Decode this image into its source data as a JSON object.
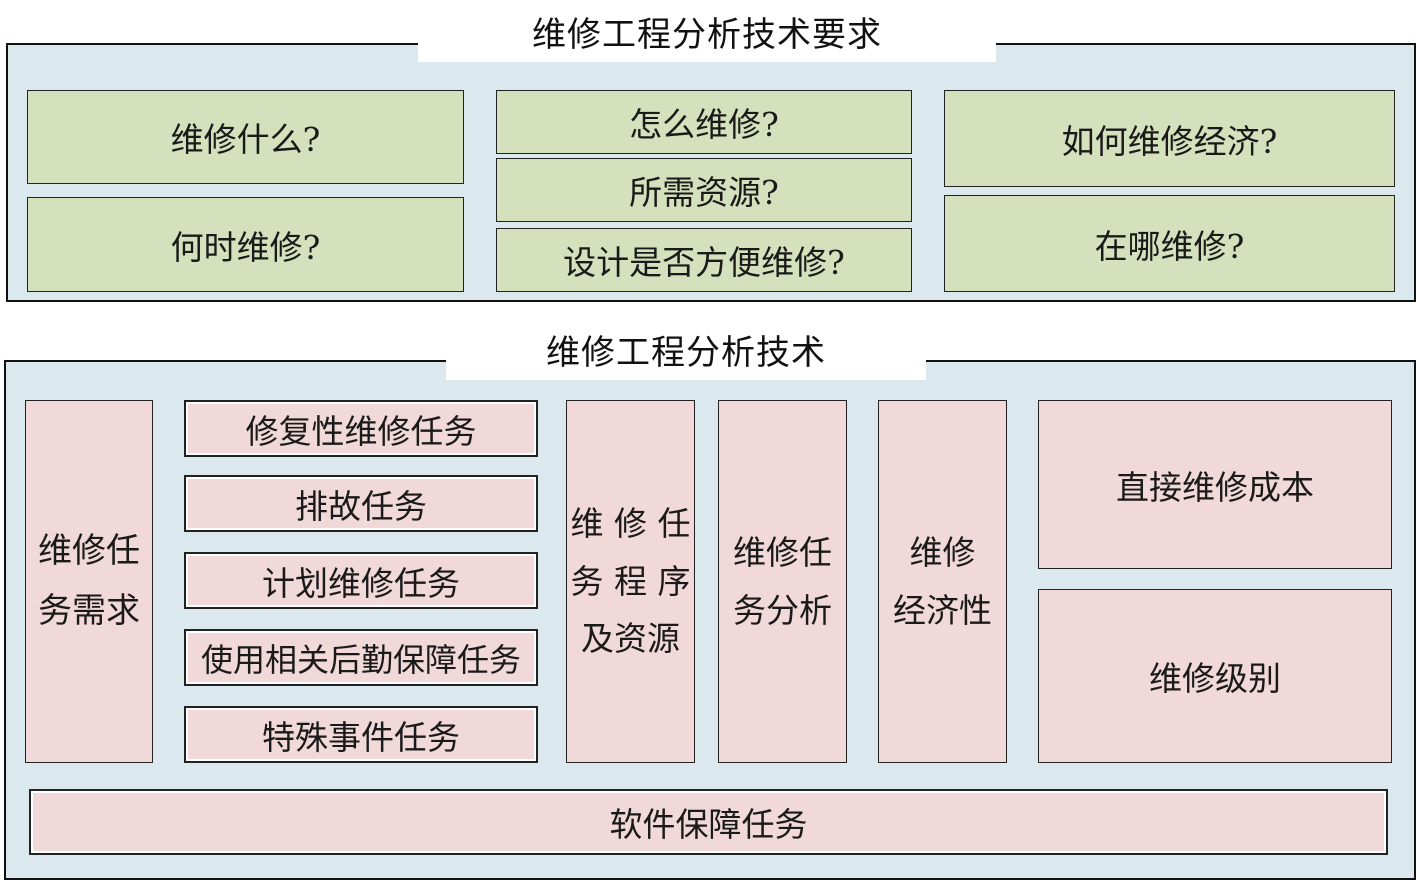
{
  "requirements": {
    "title": "维修工程分析技术要求",
    "items": [
      "维修什么?",
      "何时维修?",
      "怎么维修?",
      "所需资源?",
      "设计是否方便维修?",
      "如何维修经济?",
      "在哪维修?"
    ]
  },
  "techniques": {
    "title": "维修工程分析技术",
    "task_requirement": [
      "维修任",
      "务需求"
    ],
    "tasks": [
      "修复性维修任务",
      "排故任务",
      "计划维修任务",
      "使用相关后勤保障任务",
      "特殊事件任务"
    ],
    "procedure": [
      "维 修 任",
      "务 程 序",
      "及资源"
    ],
    "analysis": [
      "维修任",
      "务分析"
    ],
    "economy": [
      "维修",
      "经济性"
    ],
    "direct_cost": "直接维修成本",
    "level": "维修级别",
    "software": "软件保障任务"
  },
  "colors": {
    "panel_bg": "#dbe9ef",
    "requirement_box": "#d5e0bd",
    "technique_box": "#f0d9d8"
  }
}
